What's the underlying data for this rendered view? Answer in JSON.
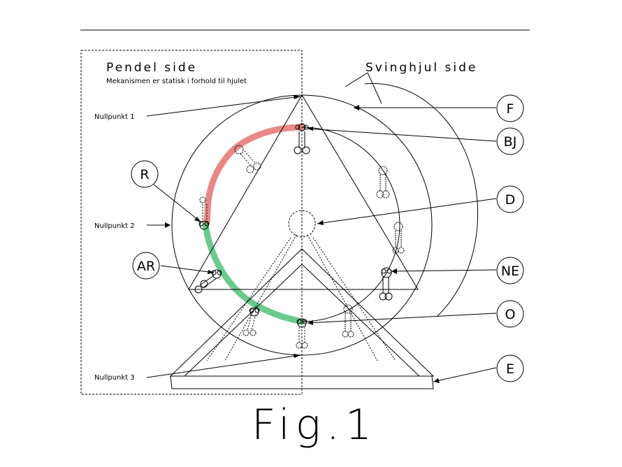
{
  "figure": {
    "caption": "Fig.1",
    "pendulum_side": {
      "title": "Pendel side",
      "subtitle": "Mekanismen er statisk i forhold til hjulet"
    },
    "flywheel_side": {
      "title": "Svinghjul side"
    },
    "null_points": [
      {
        "id": "np1",
        "label": "Nullpunkt 1"
      },
      {
        "id": "np2",
        "label": "Nullpunkt 2"
      },
      {
        "id": "np3",
        "label": "Nullpunkt 3"
      }
    ],
    "callouts": [
      {
        "id": "F",
        "label": "F"
      },
      {
        "id": "BJ",
        "label": "BJ"
      },
      {
        "id": "D",
        "label": "D"
      },
      {
        "id": "NE",
        "label": "NE"
      },
      {
        "id": "O",
        "label": "O"
      },
      {
        "id": "E",
        "label": "E"
      },
      {
        "id": "R",
        "label": "R"
      },
      {
        "id": "AR",
        "label": "AR"
      }
    ],
    "colors": {
      "line": "#000000",
      "red_arc": "#e06060",
      "green_arc": "#3cb86a"
    }
  }
}
